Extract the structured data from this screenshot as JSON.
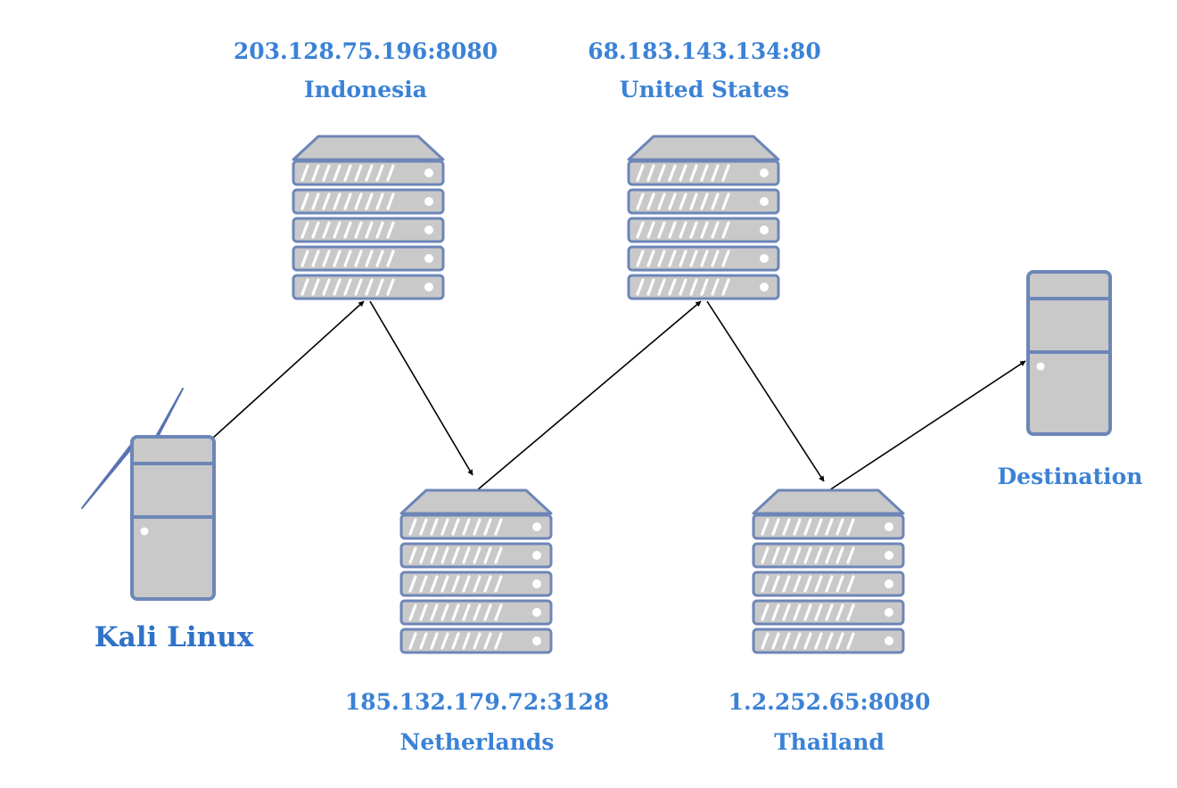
{
  "nodes": {
    "kali": {
      "name": "Kali Linux"
    },
    "proxy1": {
      "address": "203.128.75.196:8080",
      "country": "Indonesia"
    },
    "proxy2": {
      "address": "185.132.179.72:3128",
      "country": "Netherlands"
    },
    "proxy3": {
      "address": "68.183.143.134:80",
      "country": "United States"
    },
    "proxy4": {
      "address": "1.2.252.65:8080",
      "country": "Thailand"
    },
    "destination": {
      "name": "Destination"
    }
  },
  "colors": {
    "label": "#3b82d6",
    "label_large": "#2f72c9",
    "device_fill": "#c9c9c9",
    "device_stroke": "#6d86b8",
    "lightning": "#5873b0",
    "arrow": "#000000"
  }
}
